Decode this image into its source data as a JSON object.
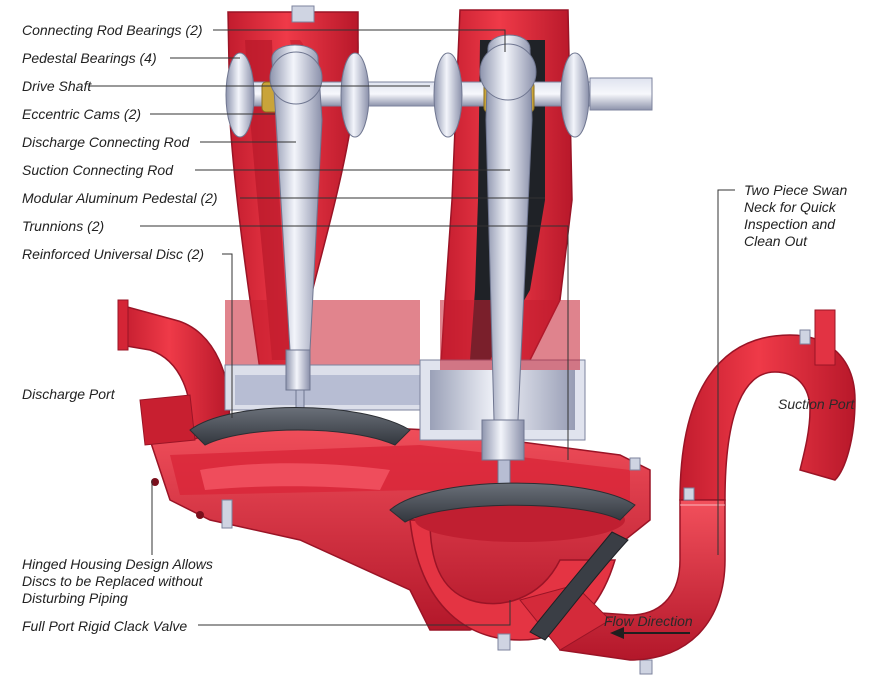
{
  "labels": {
    "connecting_rod_bearings": "Connecting Rod Bearings (2)",
    "pedestal_bearings": "Pedestal Bearings (4)",
    "drive_shaft": "Drive Shaft",
    "eccentric_cams": "Eccentric Cams (2)",
    "discharge_connecting_rod": "Discharge Connecting Rod",
    "suction_connecting_rod": "Suction Connecting Rod",
    "modular_aluminum_pedestal": "Modular Aluminum Pedestal (2)",
    "trunnions": "Trunnions (2)",
    "reinforced_universal_disc": "Reinforced Universal Disc (2)",
    "discharge_port": "Discharge Port",
    "suction_port": "Suction Port",
    "swan_neck_line1": "Two Piece Swan",
    "swan_neck_line2": "Neck for Quick",
    "swan_neck_line3": "Inspection and",
    "swan_neck_line4": "Clean Out",
    "hinged_line1": "Hinged Housing Design Allows",
    "hinged_line2": "Discs to be Replaced without",
    "hinged_line3": "Disturbing Piping",
    "clack_valve": "Full Port Rigid Clack Valve",
    "flow_direction": "Flow Direction"
  },
  "colors": {
    "housing_red": "#e8303f",
    "housing_dark": "#a8182a",
    "housing_light": "#ff7a86",
    "steel_light": "#e9ecf5",
    "steel_mid": "#b7bdd3",
    "steel_dark": "#7c839e",
    "disc_dark": "#4a4f58",
    "bearing_gold": "#c9a43a",
    "leader_line": "#333333"
  }
}
